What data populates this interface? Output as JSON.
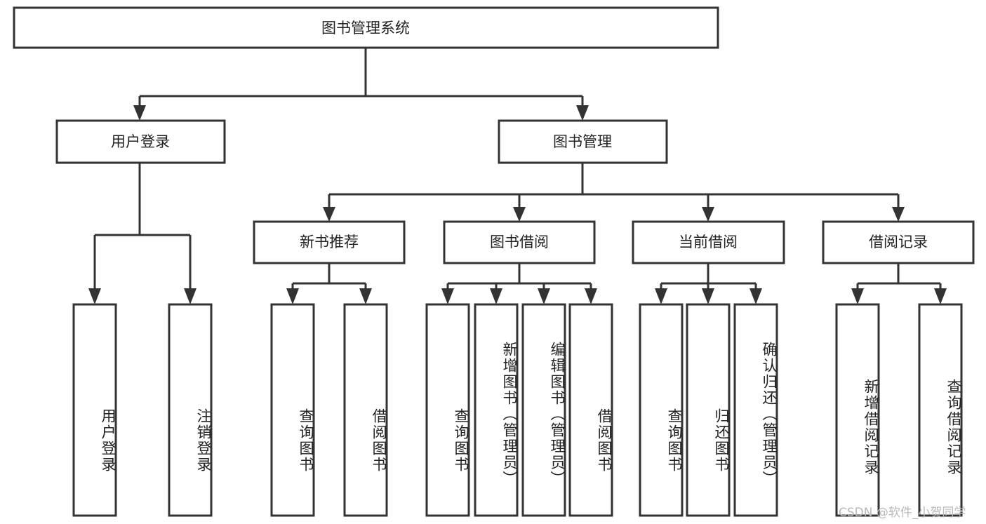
{
  "diagram": {
    "title_node": "图书管理系统",
    "type": "hierarchy-tree",
    "level2": [
      {
        "id": "user-login",
        "label": "用户登录"
      },
      {
        "id": "book-management",
        "label": "图书管理"
      }
    ],
    "level3": [
      {
        "id": "new-book-recommend",
        "label": "新书推荐",
        "parent": "book-management"
      },
      {
        "id": "book-borrow",
        "label": "图书借阅",
        "parent": "book-management"
      },
      {
        "id": "current-borrow",
        "label": "当前借阅",
        "parent": "book-management"
      },
      {
        "id": "borrow-record",
        "label": "借阅记录",
        "parent": "book-management"
      }
    ],
    "leaves": [
      {
        "id": "leaf-user-login",
        "label": "用户登录",
        "parent": "user-login"
      },
      {
        "id": "leaf-logout-login",
        "label": "注销登录",
        "parent": "user-login"
      },
      {
        "id": "leaf-query-book-1",
        "label": "查询图书",
        "parent": "new-book-recommend"
      },
      {
        "id": "leaf-borrow-book-1",
        "label": "借阅图书",
        "parent": "new-book-recommend"
      },
      {
        "id": "leaf-query-book-2",
        "label": "查询图书",
        "parent": "book-borrow"
      },
      {
        "id": "leaf-add-book",
        "label": "新增图书（管理员）",
        "parent": "book-borrow"
      },
      {
        "id": "leaf-edit-book",
        "label": "编辑图书（管理员）",
        "parent": "book-borrow"
      },
      {
        "id": "leaf-borrow-book-2",
        "label": "借阅图书",
        "parent": "book-borrow"
      },
      {
        "id": "leaf-query-book-3",
        "label": "查询图书",
        "parent": "current-borrow"
      },
      {
        "id": "leaf-return-book",
        "label": "归还图书",
        "parent": "current-borrow"
      },
      {
        "id": "leaf-confirm-return",
        "label": "确认归还（管理员）",
        "parent": "current-borrow"
      },
      {
        "id": "leaf-add-record",
        "label": "新增借阅记录",
        "parent": "borrow-record"
      },
      {
        "id": "leaf-query-record",
        "label": "查询借阅记录",
        "parent": "borrow-record"
      }
    ],
    "colors": {
      "stroke": "#333333",
      "fill": "#ffffff",
      "text": "#222222",
      "watermark": "#b9b9b9"
    }
  },
  "watermark": {
    "text": "CSDN @软件_小贺同学"
  }
}
